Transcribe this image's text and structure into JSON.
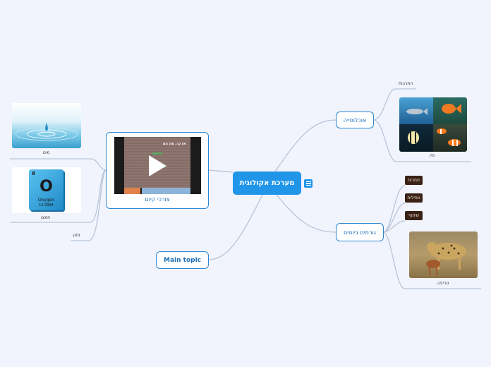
{
  "map": {
    "root": {
      "label": "מערכת אקולוגית"
    },
    "main_topic": {
      "label": "Main topic"
    },
    "needs": {
      "label": "צורכי קיום",
      "video": {
        "heading": "אז כך, מה הם"
      },
      "items": [
        {
          "label": "מים"
        },
        {
          "label": "חמצן"
        },
        {
          "label": "מזון"
        }
      ],
      "oxygen_tile": {
        "number": "8",
        "symbol": "O",
        "name": "Oxygen",
        "mass": "15.9994"
      }
    },
    "population": {
      "label": "אוכלוסייה",
      "children": [
        {
          "label": "התרבות"
        },
        {
          "label": "מין"
        }
      ]
    },
    "biotic": {
      "label": "גורמים ביוטים",
      "tags": [
        {
          "label": "תחרות"
        },
        {
          "label": "טפילות"
        },
        {
          "label": "שיתוף"
        }
      ],
      "predation": {
        "label": "טריפה"
      }
    }
  },
  "colors": {
    "accent": "#2196e9",
    "connector": "#b8c4d8",
    "background": "#f1f4fc",
    "dark_tag": "#3b2217"
  }
}
